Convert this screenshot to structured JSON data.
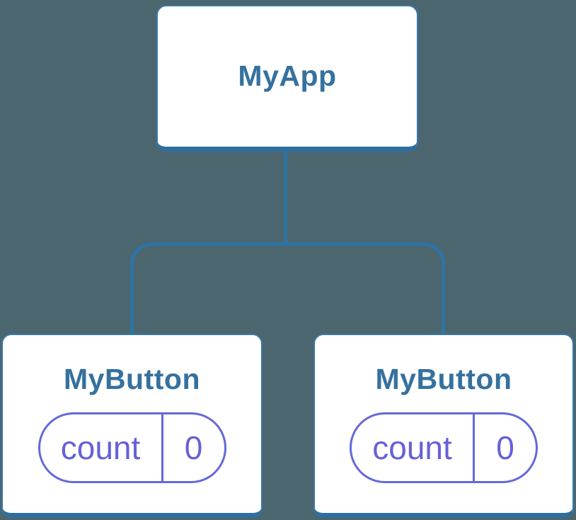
{
  "diagram": {
    "type": "component-tree",
    "root": {
      "label": "MyApp"
    },
    "children": [
      {
        "label": "MyButton",
        "state": {
          "key": "count",
          "value": "0"
        }
      },
      {
        "label": "MyButton",
        "state": {
          "key": "count",
          "value": "0"
        }
      }
    ]
  },
  "colors": {
    "background": "#4C6670",
    "card_background": "#ffffff",
    "card_border": "#3978A9",
    "card_border_bottom": "#2F6F9F",
    "connector": "#2E73A4",
    "title_text": "#35719F",
    "state_border": "#6469DA",
    "state_text": "#6661D8"
  }
}
